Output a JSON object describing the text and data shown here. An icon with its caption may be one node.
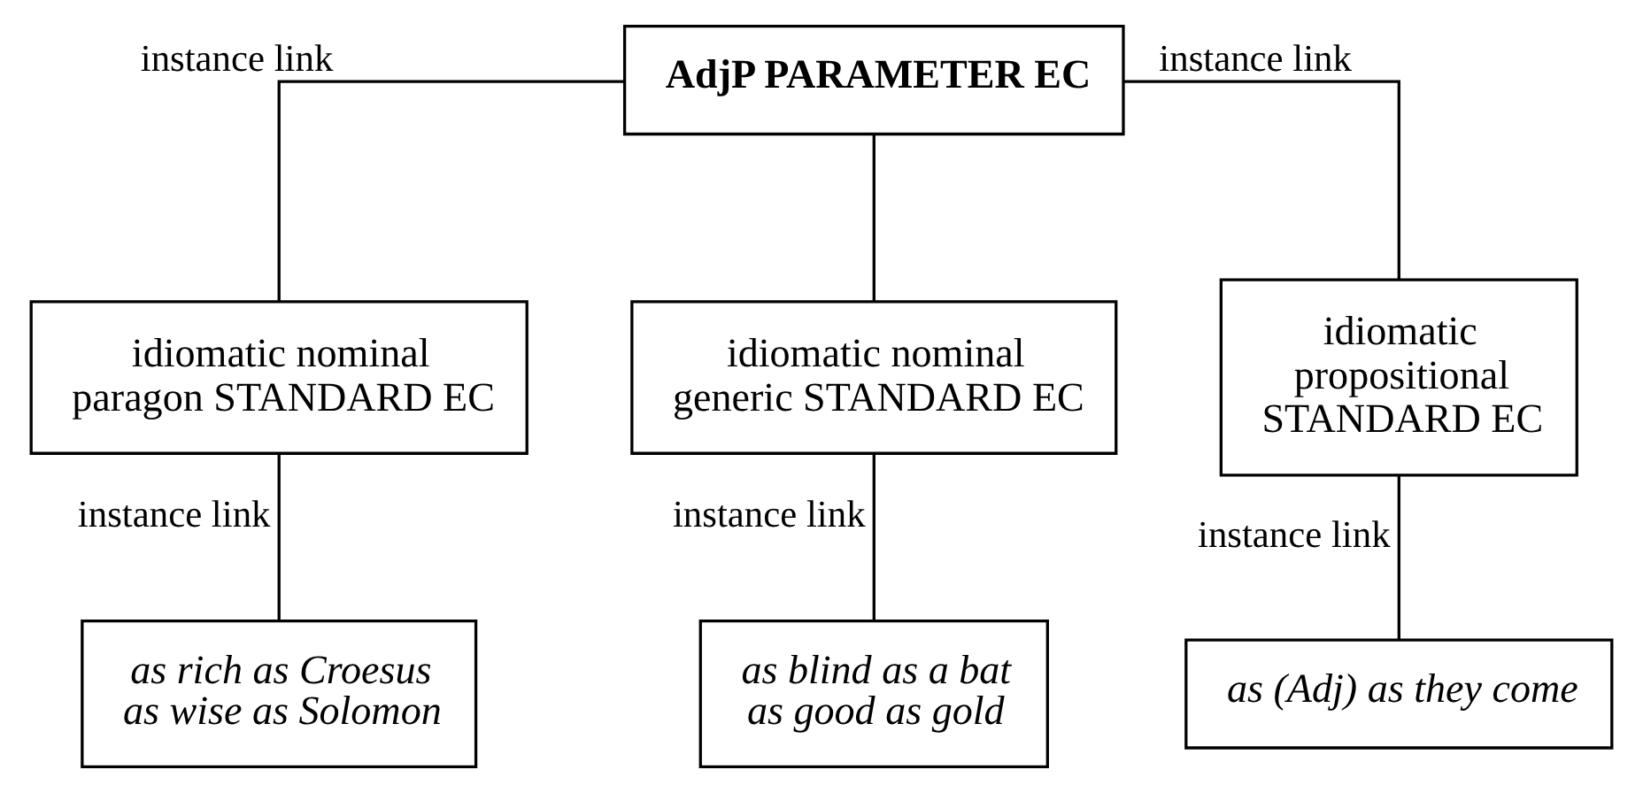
{
  "diagram": {
    "nodes": [
      {
        "text": [
          "AdjP PARAMETER EC"
        ]
      },
      {
        "text": [
          "idiomatic nominal paragon STANDARD EC"
        ]
      },
      {
        "text": [
          "idiomatic nominal generic STANDARD EC"
        ]
      },
      {
        "text": [
          "idiomatic propositional STANDARD EC"
        ]
      },
      {
        "text": [
          "as rich as Croesus",
          "as wise as Solomon"
        ]
      },
      {
        "text": [
          "as blind as a bat",
          "as good as gold"
        ]
      },
      {
        "text": [
          "as (Adj) as they come"
        ]
      }
    ],
    "edges": [
      {
        "from": 0,
        "to": 1,
        "arrow": "none",
        "label": "instance link"
      },
      {
        "from": 0,
        "to": 2,
        "arrow": "none"
      },
      {
        "from": 0,
        "to": 3,
        "arrow": "none",
        "label": "instance link"
      },
      {
        "from": 1,
        "to": 4,
        "arrow": "none",
        "label": "instance link"
      },
      {
        "from": 2,
        "to": 5,
        "arrow": "none",
        "label": "instance link"
      },
      {
        "from": 3,
        "to": 6,
        "arrow": "none",
        "label": "instance link"
      }
    ]
  }
}
